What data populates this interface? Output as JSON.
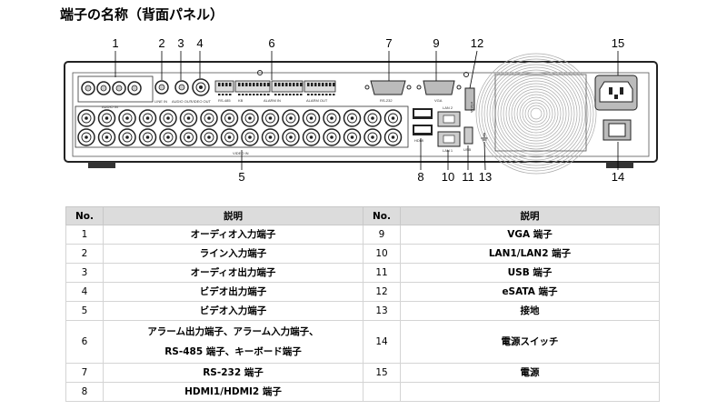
{
  "title": "端子の名称（背面パネル）",
  "callouts_top": [
    "1",
    "2",
    "3",
    "4",
    "6",
    "7",
    "9",
    "12",
    "15"
  ],
  "callouts_bottom": [
    "5",
    "8",
    "10",
    "11",
    "13",
    "14"
  ],
  "panel_labels": {
    "audio_in": "AUDIO IN",
    "line_in": "LINE IN",
    "audio_out": "AUDIO OUT",
    "video_out": "VIDEO OUT",
    "rs485": "RS-485",
    "kb": "KB",
    "alarm_in": "ALARM IN",
    "alarm_out": "ALARM OUT",
    "rs232": "RS-232",
    "vga": "VGA",
    "esata": "eSATA",
    "hdmi": "HDMI",
    "lan2": "LAN 2",
    "lan1": "LAN 1",
    "usb": "USB",
    "video_in": "VIDEO IN"
  },
  "table": {
    "headers": [
      "No.",
      "説明",
      "No.",
      "説明"
    ],
    "rows": [
      {
        "no1": "1",
        "d1": "オーディオ入力端子",
        "no2": "9",
        "d2": "VGA 端子"
      },
      {
        "no1": "2",
        "d1": "ライン入力端子",
        "no2": "10",
        "d2": "LAN1/LAN2 端子"
      },
      {
        "no1": "3",
        "d1": "オーディオ出力端子",
        "no2": "11",
        "d2": "USB 端子"
      },
      {
        "no1": "4",
        "d1": "ビデオ出力端子",
        "no2": "12",
        "d2": "eSATA 端子"
      },
      {
        "no1": "5",
        "d1": "ビデオ入力端子",
        "no2": "13",
        "d2": "接地"
      },
      {
        "no1": "6",
        "d1a": "アラーム出力端子、アラーム入力端子、",
        "d1b": "RS-485 端子、キーボード端子",
        "no2": "14",
        "d2": "電源スイッチ"
      },
      {
        "no1": "7",
        "d1": "RS-232 端子",
        "no2": "15",
        "d2": "電源"
      },
      {
        "no1": "8",
        "d1": "HDMI1/HDMI2 端子",
        "no2": "",
        "d2": ""
      }
    ]
  }
}
